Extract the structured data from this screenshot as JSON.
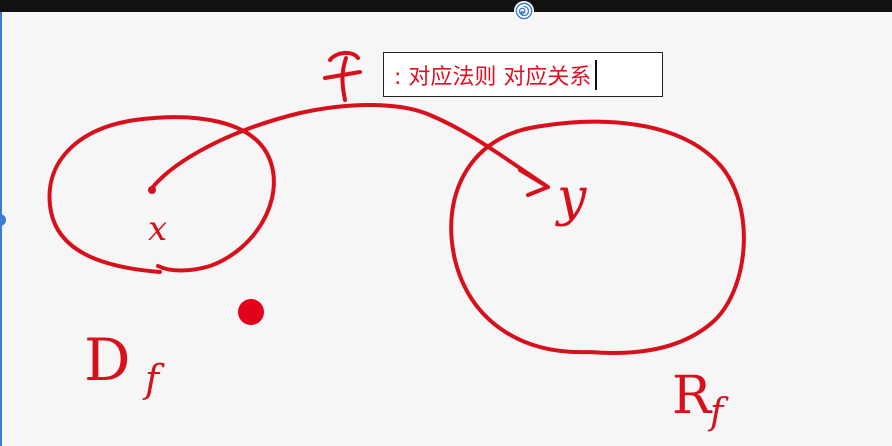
{
  "annotation": {
    "text": ": 对应法则 对应关系"
  },
  "diagram": {
    "function_label": "f",
    "domain_element": "x",
    "range_element": "y",
    "domain_label_main": "D",
    "domain_label_sub": "f",
    "range_label_main": "R",
    "range_label_sub": "f"
  },
  "colors": {
    "ink": "#d8101b",
    "selection": "#3a7bd5",
    "topbar": "#111111"
  },
  "icons": {
    "top_handle": "rotate-spiral-icon"
  }
}
